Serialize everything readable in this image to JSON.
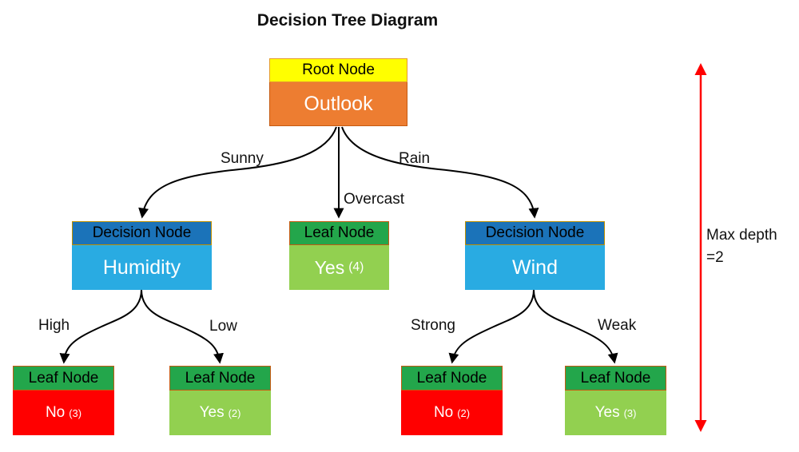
{
  "title": "Decision Tree Diagram",
  "annotation": {
    "line1": "Max depth",
    "line2": "=2"
  },
  "colors": {
    "root_header_bg": "#FFFF00",
    "root_body_bg": "#ED7D31",
    "decision_header_bg": "#1B73B9",
    "decision_body_bg": "#29ABE2",
    "leaf_header_bg": "#23A64B",
    "leaf_yes_bg": "#92D050",
    "leaf_no_bg": "#FF0000",
    "connector": "#000000",
    "depth_arrow": "#FF0000",
    "decision_header_border": "#BF9000",
    "leaf_header_border": "#C55A11"
  },
  "root": {
    "header": "Root Node",
    "body": "Outlook"
  },
  "branches_level1": {
    "left": "Sunny",
    "middle": "Overcast",
    "right": "Rain"
  },
  "level1": {
    "humidity": {
      "header": "Decision Node",
      "body": "Humidity"
    },
    "overcast_leaf": {
      "header": "Leaf Node",
      "value": "Yes",
      "count": "(4)"
    },
    "wind": {
      "header": "Decision Node",
      "body": "Wind"
    }
  },
  "branches_level2": {
    "high": "High",
    "low": "Low",
    "strong": "Strong",
    "weak": "Weak"
  },
  "level2": {
    "high_leaf": {
      "header": "Leaf Node",
      "value": "No",
      "count": "(3)"
    },
    "low_leaf": {
      "header": "Leaf Node",
      "value": "Yes",
      "count": "(2)"
    },
    "strong_leaf": {
      "header": "Leaf Node",
      "value": "No",
      "count": "(2)"
    },
    "weak_leaf": {
      "header": "Leaf Node",
      "value": "Yes",
      "count": "(3)"
    }
  }
}
